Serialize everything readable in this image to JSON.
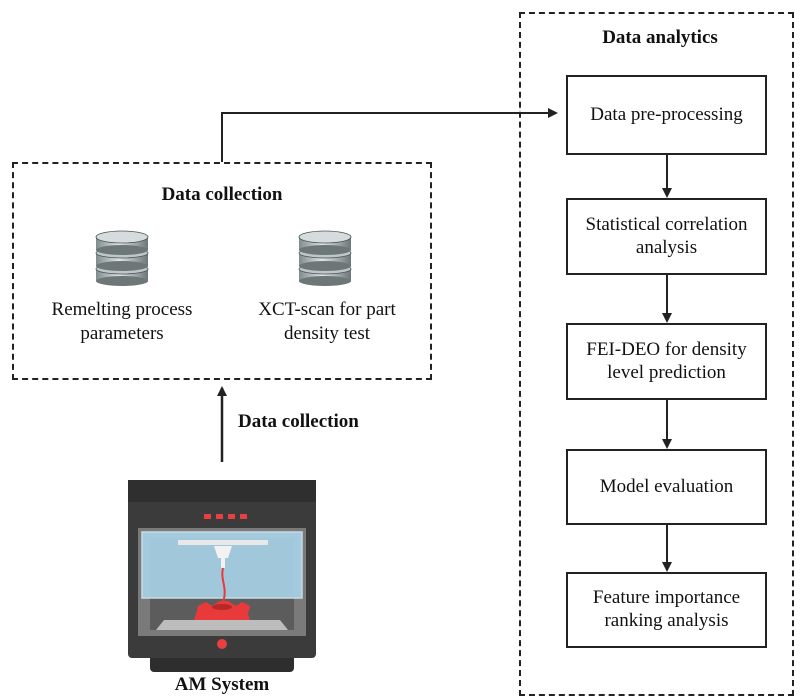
{
  "data_analytics": {
    "title": "Data analytics",
    "steps": [
      "Data pre-processing",
      "Statistical correlation analysis",
      "FEI-DEO for density level prediction",
      "Model evaluation",
      "Feature importance ranking analysis"
    ]
  },
  "data_collection_box": {
    "title": "Data collection",
    "sources": [
      {
        "label": "Remelting process parameters",
        "icon": "database-icon"
      },
      {
        "label": "XCT-scan for part density test",
        "icon": "database-icon"
      }
    ]
  },
  "arrow_label": "Data collection",
  "am_system": {
    "label": "AM System",
    "icon": "3d-printer-icon"
  },
  "colors": {
    "line": "#222222",
    "printer_body": "#3b3b3b",
    "printer_window": "#a9d3e8",
    "printed_part": "#e83a3a",
    "indicator": "#e84040"
  }
}
